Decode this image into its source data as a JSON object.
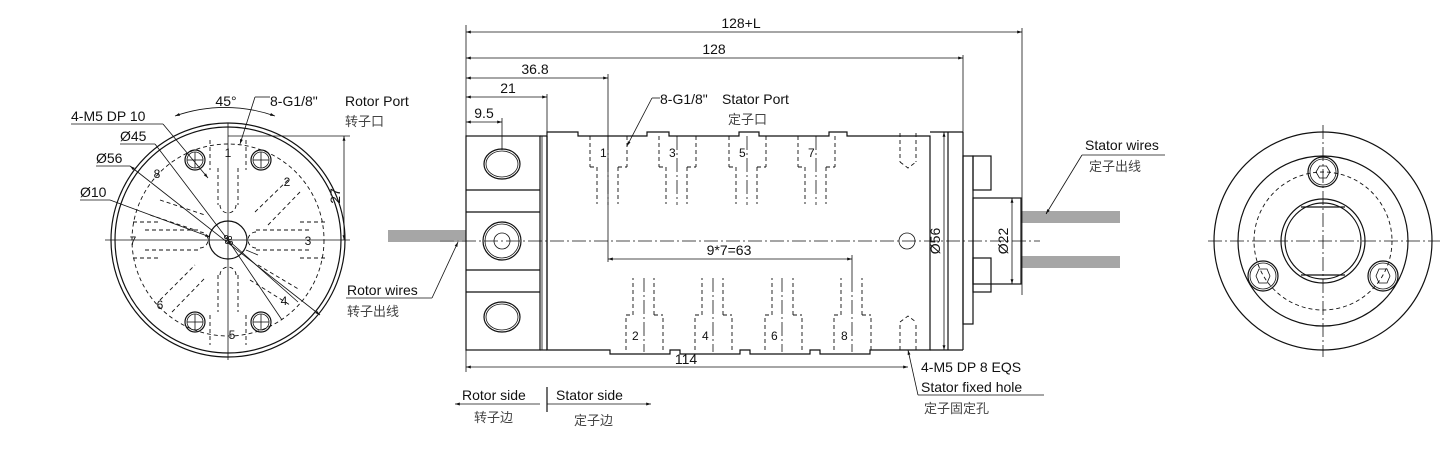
{
  "drawing": {
    "subject": "Slip ring dimension drawing",
    "left_view": {
      "angle_label": "45°",
      "mount_hole_label": "4-M5 DP 10",
      "dia_45_label": "Ø45",
      "dia_56_label": "Ø56",
      "dia_10_label": "Ø10",
      "rotor_port_spec": "8-G1/8\"",
      "rotor_port_label": "Rotor Port",
      "rotor_port_cn": "转子口",
      "height_dim": "27",
      "port_numbers": [
        "1",
        "2",
        "3",
        "4",
        "5",
        "6",
        "7",
        "8"
      ]
    },
    "side_view": {
      "overall_len": "128+L",
      "body_len": "128",
      "dim_36_8": "36.8",
      "dim_21": "21",
      "dim_9_5": "9.5",
      "stator_port_spec": "8-G1/8\"",
      "stator_port_label": "Stator Port",
      "stator_port_cn": "定子口",
      "pitch_dim": "9*7=63",
      "len_114": "114",
      "dia_56": "Ø56",
      "dia_22": "Ø22",
      "top_ports": [
        "1",
        "3",
        "5",
        "7"
      ],
      "bottom_ports": [
        "2",
        "4",
        "6",
        "8"
      ],
      "rotor_wires": "Rotor wires",
      "rotor_wires_cn": "转子出线",
      "stator_wires": "Stator wires",
      "stator_wires_cn": "定子出线",
      "fixed_hole_spec": "4-M5 DP 8 EQS",
      "fixed_hole_label": "Stator fixed hole",
      "fixed_hole_cn": "定子固定孔"
    },
    "legend": {
      "rotor_side": "Rotor side",
      "rotor_side_cn": "转子边",
      "stator_side": "Stator side",
      "stator_side_cn": "定子边"
    }
  }
}
